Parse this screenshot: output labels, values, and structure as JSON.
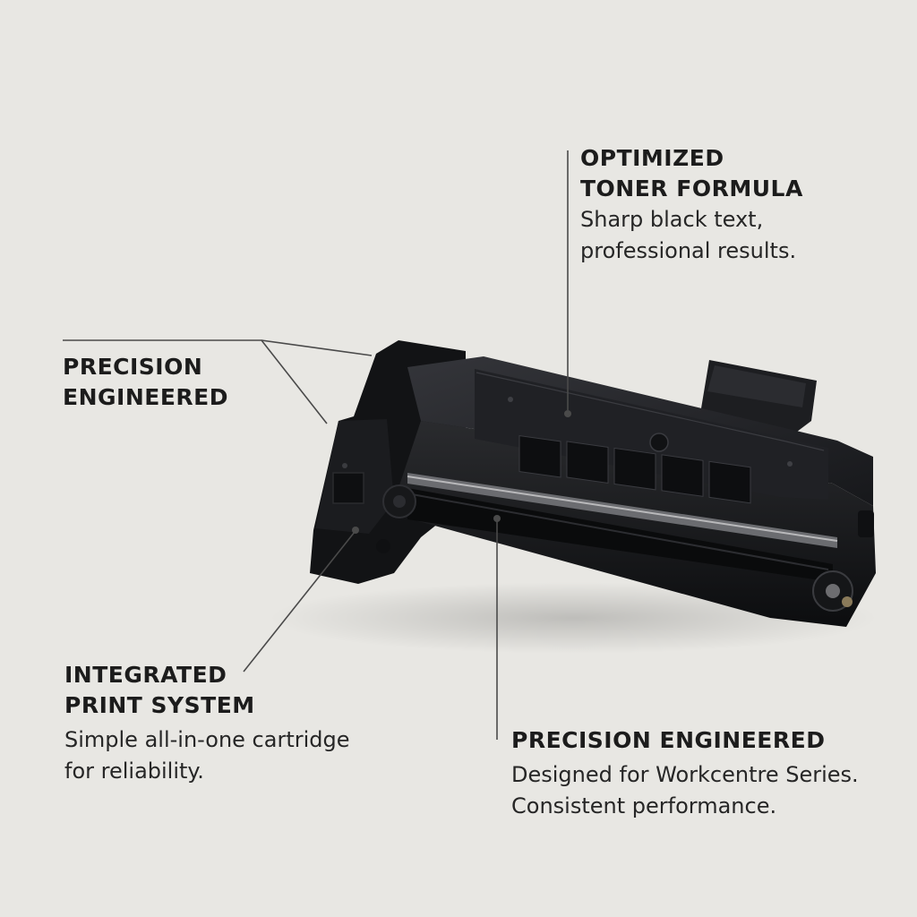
{
  "callouts": {
    "toner": {
      "heading_line1": "OPTIMIZED",
      "heading_line2": "TONER FORMULA",
      "text_line1": "Sharp black text,",
      "text_line2": "professional results."
    },
    "precision_left": {
      "heading_line1": "PRECISION",
      "heading_line2": "ENGINEERED"
    },
    "integrated": {
      "heading_line1": "INTEGRATED",
      "heading_line2": "PRINT SYSTEM",
      "text_line1": "Simple all-in-one cartridge",
      "text_line2": "for reliability."
    },
    "precision_bottom": {
      "heading": "PRECISION ENGINEERED",
      "text_line1": "Designed for Workcentre Series.",
      "text_line2": "Consistent performance."
    }
  },
  "colors": {
    "background": "#e8e7e3",
    "text": "#1e1e1e",
    "leader_line": "#4a4a4a",
    "cartridge": "#151618"
  }
}
